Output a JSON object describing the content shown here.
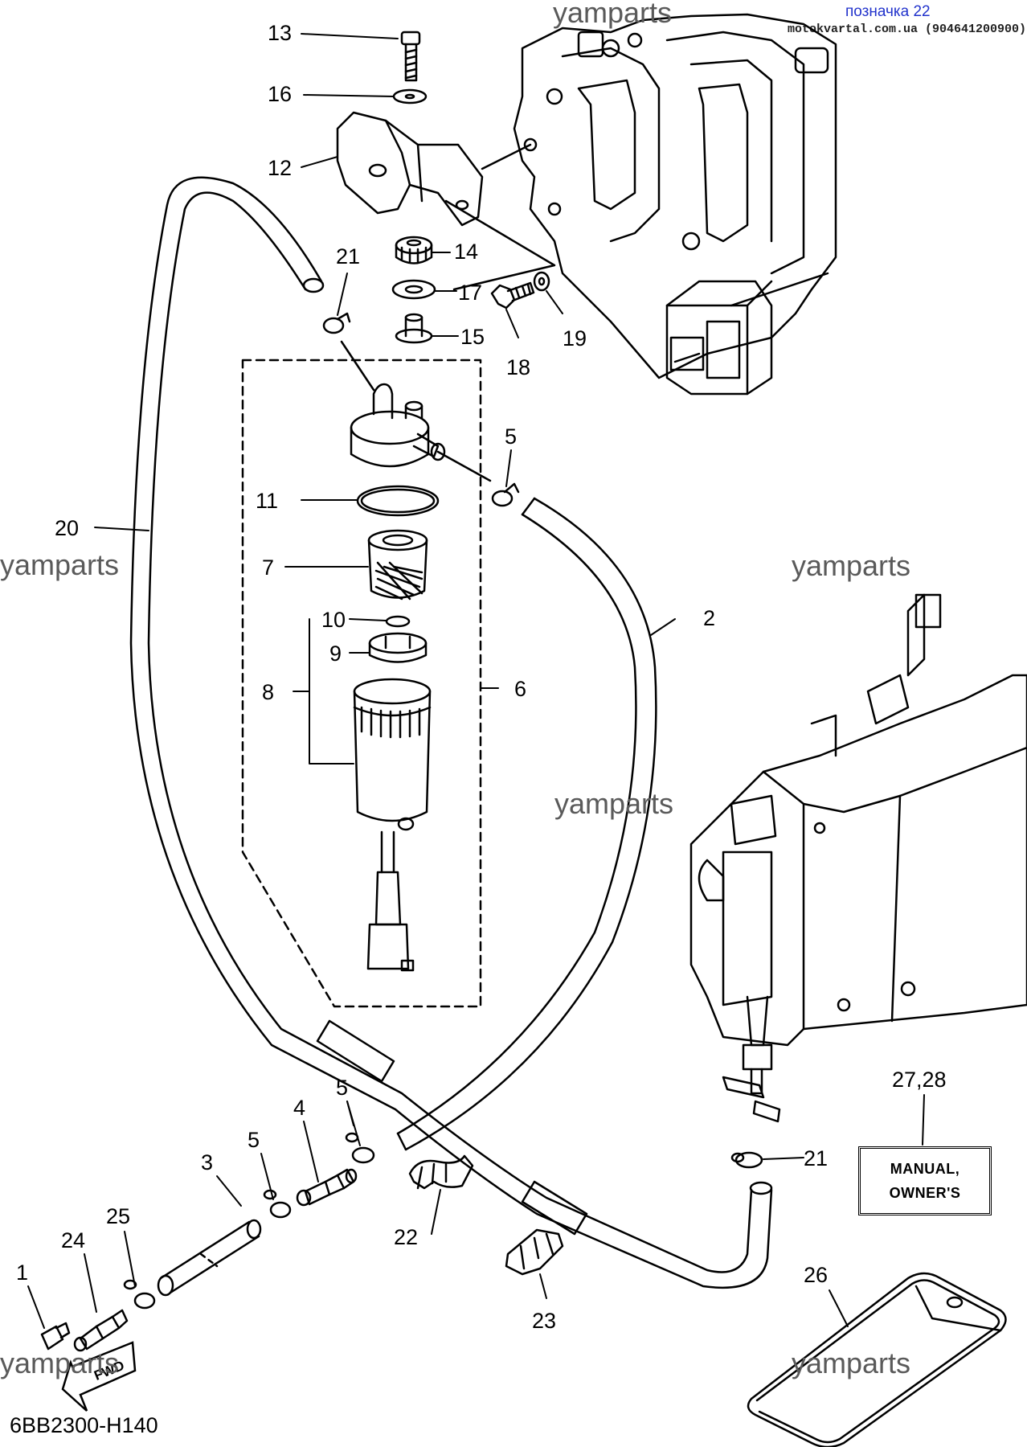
{
  "header": {
    "badge": "позначка 22",
    "site": "motokvartal.com.ua (904641200900)"
  },
  "watermark": "yamparts",
  "diagram_code": "6BB2300-H140",
  "manual_label_lines": [
    "MANUAL,",
    "OWNER'S"
  ],
  "fwd_label": "FWD",
  "callouts": {
    "c13": "13",
    "c16": "16",
    "c12": "12",
    "c14": "14",
    "c17": "17",
    "c15": "15",
    "c18": "18",
    "c19": "19",
    "c21a": "21",
    "c5a": "5",
    "c11": "11",
    "c7": "7",
    "c10": "10",
    "c9": "9",
    "c8": "8",
    "c6": "6",
    "c20": "20",
    "c2": "2",
    "c5b": "5",
    "c4": "4",
    "c5c": "5",
    "c3": "3",
    "c25": "25",
    "c24": "24",
    "c1": "1",
    "c22": "22",
    "c23": "23",
    "c21b": "21",
    "c2728": "27,28",
    "c26": "26"
  }
}
